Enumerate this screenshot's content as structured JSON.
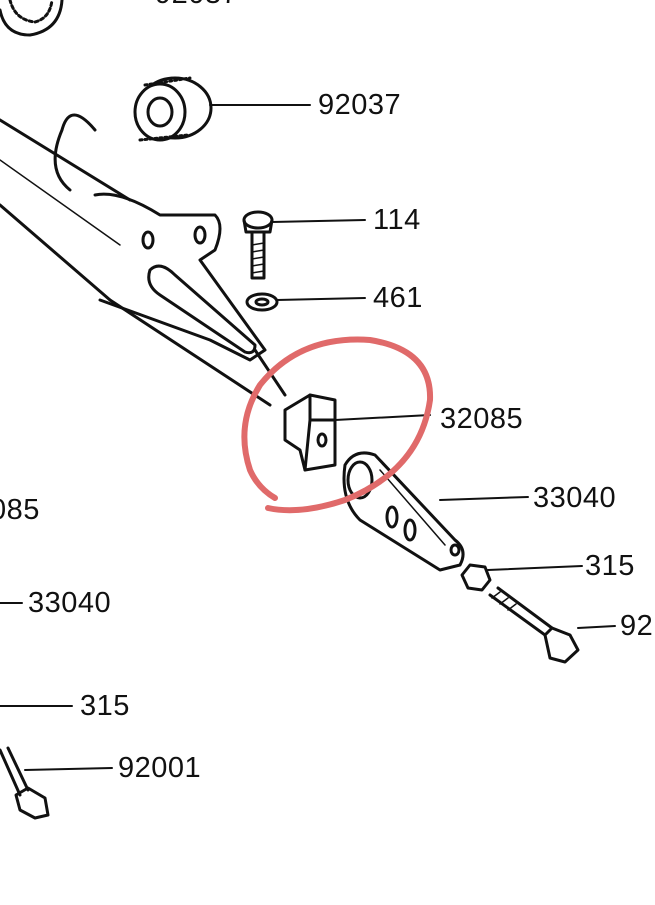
{
  "diagram": {
    "labels": {
      "top_cut": "92037",
      "grommet": "92037",
      "bolt": "114",
      "washer": "461",
      "block": "32085",
      "bracket": "33040",
      "nut": "315",
      "bolt_long": "92",
      "left_block": "085",
      "left_bracket": "33040",
      "left_nut": "315",
      "left_bolt": "92001"
    },
    "colors": {
      "ink": "#111111",
      "annotation": "#e06a6a"
    }
  }
}
